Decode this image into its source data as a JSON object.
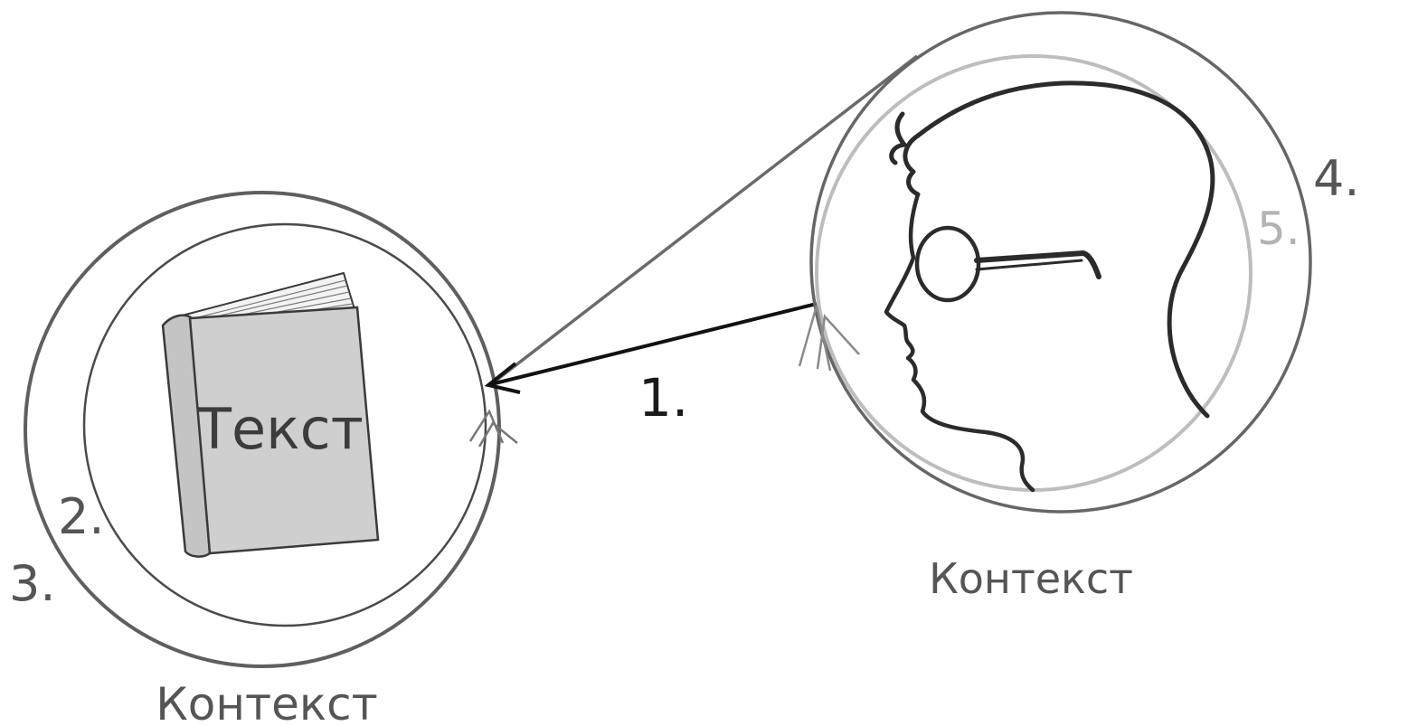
{
  "colors": {
    "background": "#ffffff",
    "outer_circle": "#5f5f5f",
    "inner_circle": "#4a4a4a",
    "reader_outer_circle": "#666666",
    "reader_inner_circle": "#bdbdbd",
    "arrow": "#111111",
    "book_fill": "#cfcfcf",
    "book_stroke": "#3a3a3a",
    "head_stroke": "#2b2b2b",
    "label_dark": "#1a1a1a",
    "label_mid": "#555555",
    "label_light": "#b3b3b3"
  },
  "icons": {
    "book": "book-icon",
    "reader_head": "reader-head-icon",
    "arrow": "arrow-icon"
  },
  "labels": {
    "book_text": "Текст",
    "context_text": "Контекст",
    "context_reader": "Контекст",
    "step_1": "1.",
    "step_2": "2.",
    "step_3": "3.",
    "step_4": "4.",
    "step_5": "5."
  }
}
